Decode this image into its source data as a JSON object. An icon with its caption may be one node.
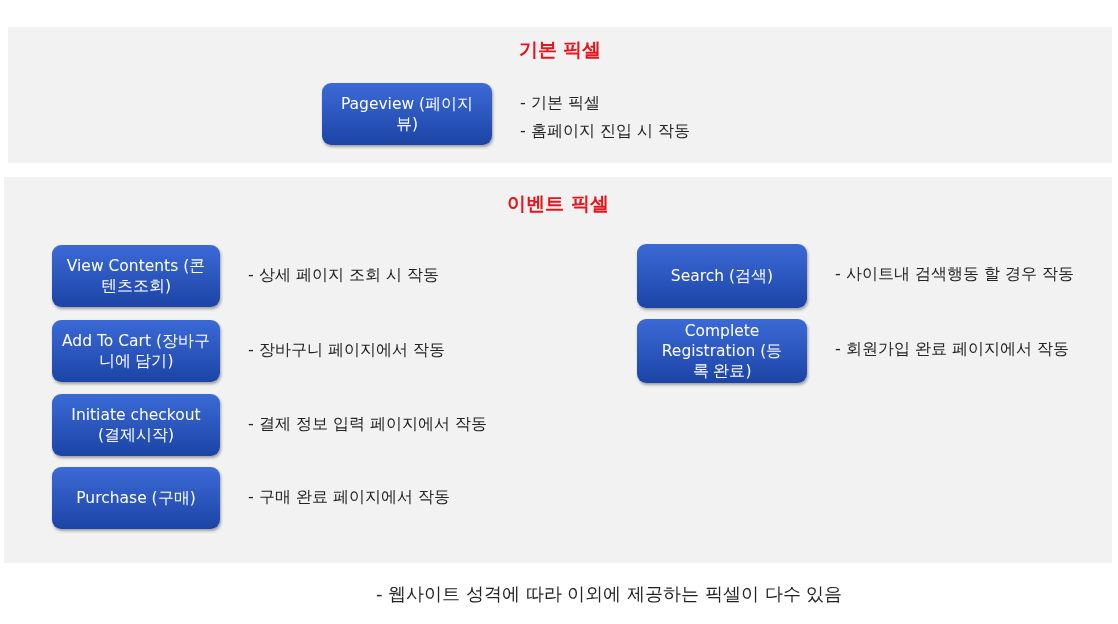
{
  "diagram": {
    "nodes": [
      {
        "text": [
          "기본 픽셀"
        ]
      },
      {
        "text": [
          "Pageview (페이지 뷰)"
        ],
        "in": 0,
        "beside": [
          "- 기본 픽셀",
          "- 홈페이지 진입 시 작동"
        ]
      },
      {
        "text": [
          "이벤트 픽셀"
        ]
      },
      {
        "text": [
          "View Contents (콘텐츠조회)"
        ],
        "in": 2,
        "beside": [
          "- 상세 페이지 조회 시 작동"
        ]
      },
      {
        "text": [
          "Add To Cart (장바구니에 담기)"
        ],
        "in": 2,
        "beside": [
          "- 장바구니 페이지에서 작동"
        ]
      },
      {
        "text": [
          "Initiate checkout (결제시작)"
        ],
        "in": 2,
        "beside": [
          "- 결제 정보 입력 페이지에서 작동"
        ]
      },
      {
        "text": [
          "Purchase (구매)"
        ],
        "in": 2,
        "beside": [
          "- 구매 완료 페이지에서 작동"
        ]
      },
      {
        "text": [
          "Search (검색)"
        ],
        "in": 2,
        "beside": [
          "- 사이트내 검색행동 할 경우 작동"
        ]
      },
      {
        "text": [
          "Complete Registration (등록 완료)"
        ],
        "in": 2,
        "beside": [
          "- 회원가입 완료 페이지에서 작동"
        ]
      }
    ],
    "edges": [],
    "labels": [
      "- 웹사이트 성격에 따라 이외에 제공하는 픽셀이 다수 있음"
    ]
  }
}
